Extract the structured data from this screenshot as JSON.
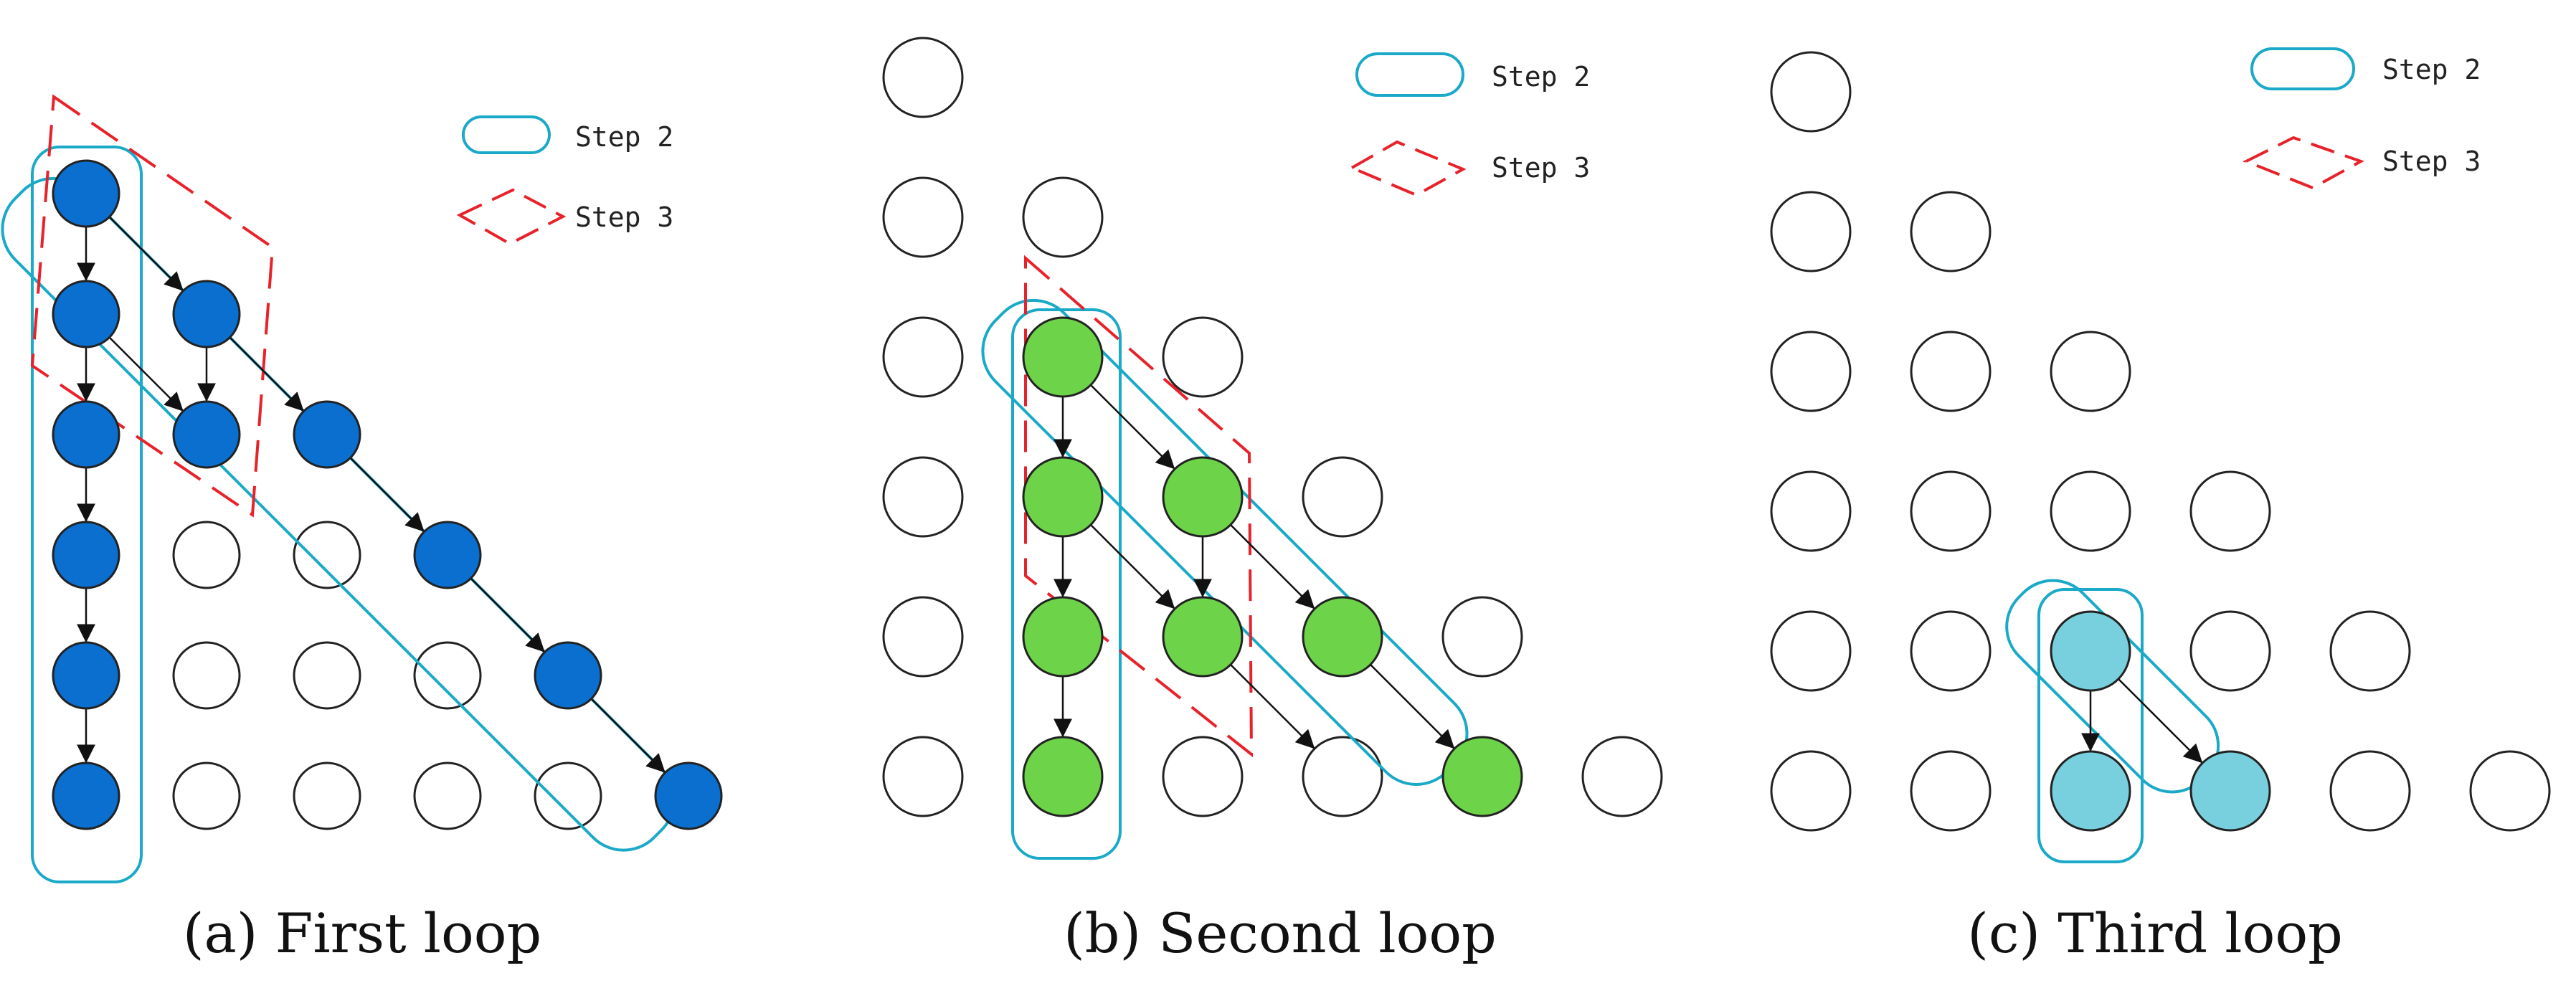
{
  "colors": {
    "step2": "#1ba9c8",
    "step3": "#e8222a",
    "node_outline": "#222222",
    "edge": "#111111",
    "empty_fill": "#ffffff"
  },
  "panels": [
    {
      "caption": "(a) First loop",
      "legend": {
        "step2": "Step 2",
        "step3": "Step 3"
      },
      "active_fill": "#0a6fcf",
      "rows": 6,
      "active_nodes": [
        [
          0,
          0
        ],
        [
          1,
          0
        ],
        [
          1,
          1
        ],
        [
          2,
          0
        ],
        [
          2,
          1
        ],
        [
          2,
          2
        ],
        [
          3,
          0
        ],
        [
          3,
          3
        ],
        [
          4,
          0
        ],
        [
          4,
          4
        ],
        [
          5,
          0
        ],
        [
          5,
          5
        ]
      ],
      "edges": [
        [
          [
            0,
            0
          ],
          [
            1,
            0
          ]
        ],
        [
          [
            0,
            0
          ],
          [
            1,
            1
          ]
        ],
        [
          [
            1,
            0
          ],
          [
            2,
            0
          ]
        ],
        [
          [
            1,
            0
          ],
          [
            2,
            1
          ]
        ],
        [
          [
            1,
            1
          ],
          [
            2,
            1
          ]
        ],
        [
          [
            1,
            1
          ],
          [
            2,
            2
          ]
        ],
        [
          [
            2,
            0
          ],
          [
            3,
            0
          ]
        ],
        [
          [
            2,
            2
          ],
          [
            3,
            3
          ]
        ],
        [
          [
            3,
            0
          ],
          [
            4,
            0
          ]
        ],
        [
          [
            3,
            3
          ],
          [
            4,
            4
          ]
        ],
        [
          [
            4,
            0
          ],
          [
            5,
            0
          ]
        ],
        [
          [
            4,
            4
          ],
          [
            5,
            5
          ]
        ]
      ]
    },
    {
      "caption": "(b) Second loop",
      "legend": {
        "step2": "Step 2",
        "step3": "Step 3"
      },
      "active_fill": "#6dd449",
      "rows": 6,
      "active_nodes": [
        [
          2,
          1
        ],
        [
          3,
          1
        ],
        [
          3,
          2
        ],
        [
          4,
          1
        ],
        [
          4,
          2
        ],
        [
          4,
          3
        ],
        [
          5,
          1
        ],
        [
          5,
          4
        ]
      ],
      "edges": [
        [
          [
            2,
            1
          ],
          [
            3,
            1
          ]
        ],
        [
          [
            2,
            1
          ],
          [
            3,
            2
          ]
        ],
        [
          [
            3,
            1
          ],
          [
            4,
            1
          ]
        ],
        [
          [
            3,
            1
          ],
          [
            4,
            2
          ]
        ],
        [
          [
            3,
            2
          ],
          [
            4,
            2
          ]
        ],
        [
          [
            3,
            2
          ],
          [
            4,
            3
          ]
        ],
        [
          [
            4,
            1
          ],
          [
            5,
            1
          ]
        ],
        [
          [
            4,
            2
          ],
          [
            5,
            3
          ]
        ],
        [
          [
            4,
            3
          ],
          [
            5,
            4
          ]
        ]
      ]
    },
    {
      "caption": "(c) Third loop",
      "legend": {
        "step2": "Step 2",
        "step3": "Step 3"
      },
      "active_fill": "#78d0de",
      "rows": 6,
      "active_nodes": [
        [
          4,
          2
        ],
        [
          5,
          2
        ],
        [
          5,
          3
        ]
      ],
      "edges": [
        [
          [
            4,
            2
          ],
          [
            5,
            2
          ]
        ],
        [
          [
            4,
            2
          ],
          [
            5,
            3
          ]
        ]
      ]
    }
  ]
}
